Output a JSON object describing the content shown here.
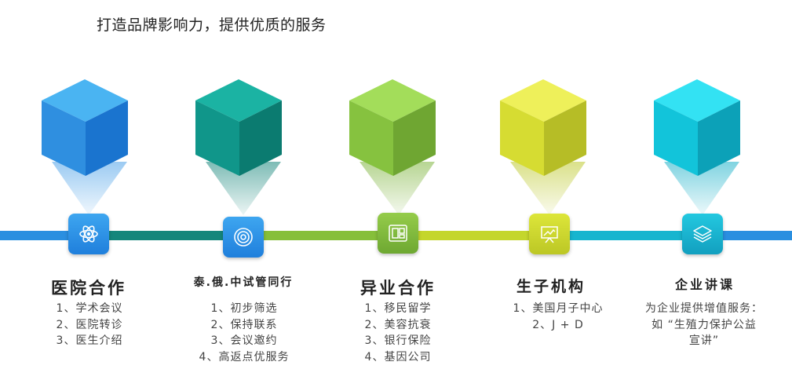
{
  "title": "打造品牌影响力，提供优质的服务",
  "colors": {
    "line_blue": "#2a8fe0",
    "line_teal": "#16857a",
    "line_green": "#86bf3a",
    "line_yellow": "#c8d82a",
    "line_cyan": "#16b9d3"
  },
  "columns": [
    {
      "title": "医院合作",
      "icon": "atom-icon",
      "items": [
        "1、学术会议",
        "2、医院转诊",
        "3、医生介绍"
      ]
    },
    {
      "title": "泰.俄.中试管同行",
      "icon": "target-icon",
      "items": [
        "1、初步筛选",
        "2、保持联系",
        "3、会议邀约",
        "4、高返点优服务"
      ]
    },
    {
      "title": "异业合作",
      "icon": "gallery-icon",
      "items": [
        "1、移民留学",
        "2、美容抗衰",
        "3、银行保险",
        "4、基因公司"
      ]
    },
    {
      "title": "生子机构",
      "icon": "presentation-icon",
      "items": [
        "1、美国月子中心",
        "2、J + D"
      ]
    },
    {
      "title": "企业讲课",
      "icon": "layers-icon",
      "items": [
        "为企业提供增值服务：",
        "如 “生殖力保护公益",
        "宣讲”"
      ]
    }
  ]
}
